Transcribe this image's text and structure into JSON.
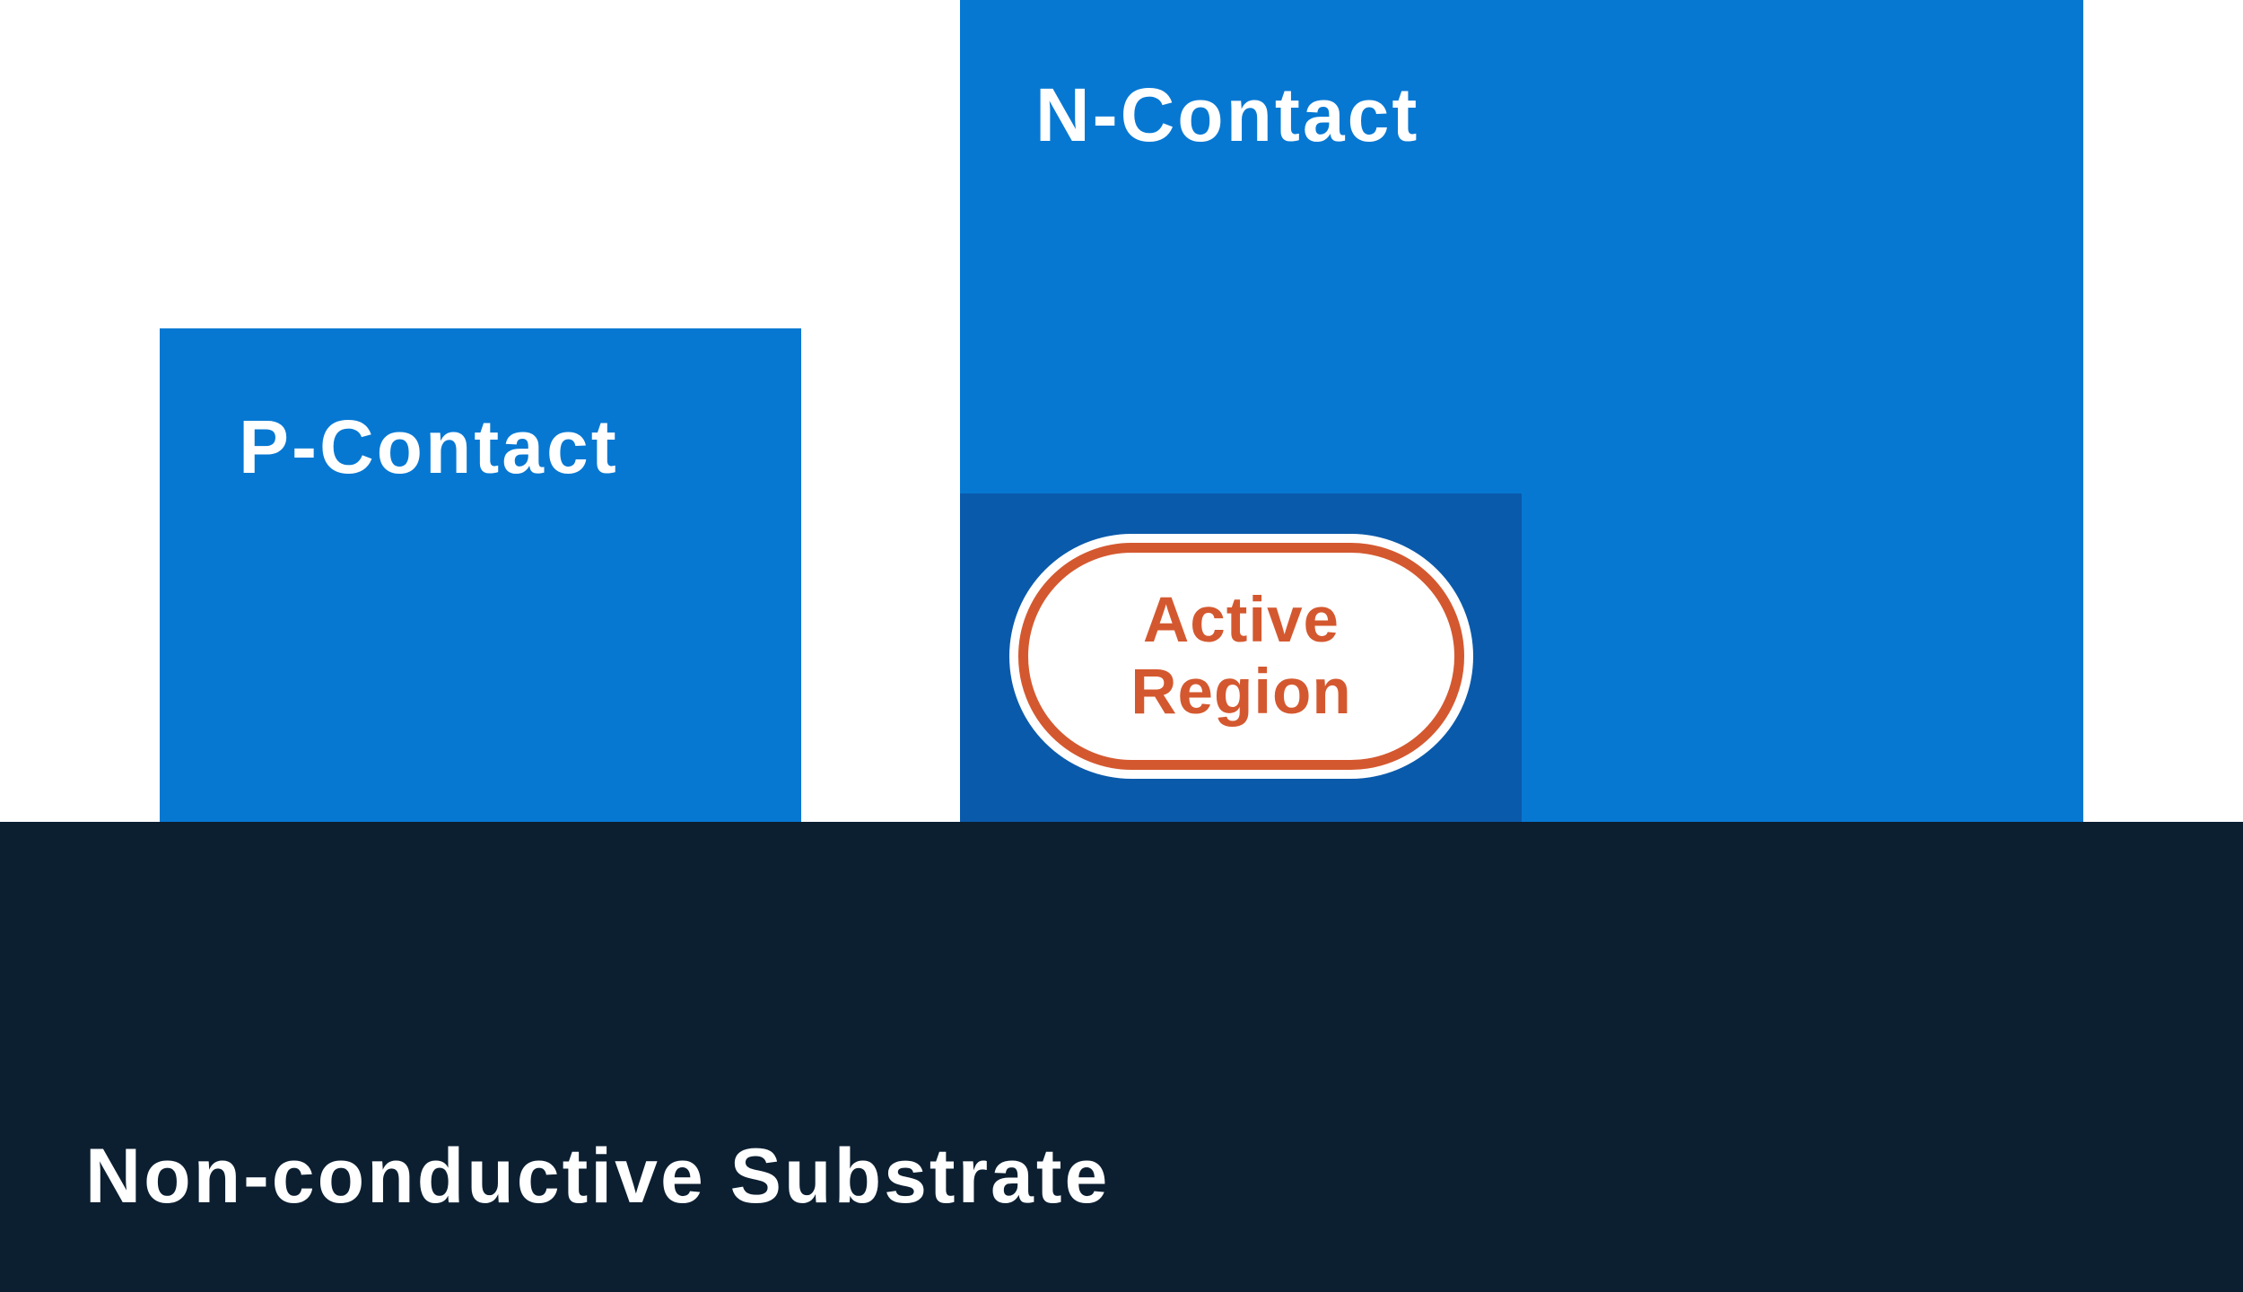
{
  "colors": {
    "background": "#FFFFFF",
    "contact_blue": "#0778D2",
    "active_well_blue": "#0A5AAB",
    "substrate_navy": "#0C1F31",
    "region_orange": "#D4582F",
    "label_text": "#FFFFFF"
  },
  "labels": {
    "n_contact": "N-Contact",
    "p_contact": "P-Contact",
    "active_region_line1": "Active",
    "active_region_line2": "Region",
    "substrate": "Non-conductive Substrate"
  }
}
